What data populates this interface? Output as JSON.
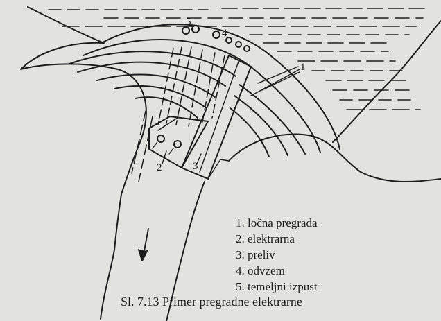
{
  "figure": {
    "callouts": [
      "1",
      "2",
      "3",
      "4",
      "5"
    ],
    "legend": [
      "1. ločna pregrada",
      "2. elektrarna",
      "3. preliv",
      "4. odvzem",
      "5. temeljni izpust"
    ],
    "caption": "Sl. 7.13 Primer pregradne elektrarne"
  },
  "colors": {
    "ink": "#1c1c1c",
    "paper": "#e2e2de"
  }
}
